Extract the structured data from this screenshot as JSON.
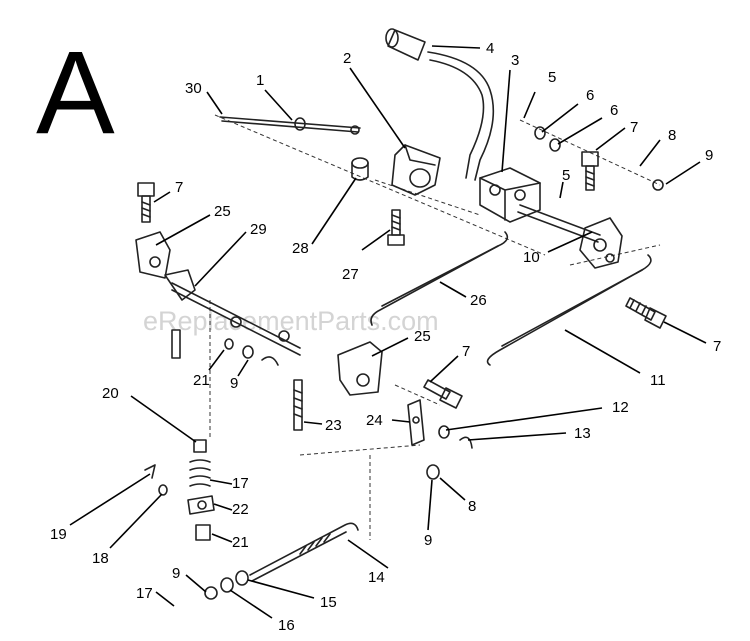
{
  "title_letter": "A",
  "watermark": "eReplacementParts.com",
  "callouts": {
    "c1": "1",
    "c2": "2",
    "c3": "3",
    "c4": "4",
    "c5a": "5",
    "c5b": "5",
    "c6a": "6",
    "c6b": "6",
    "c7a": "7",
    "c7b": "7",
    "c7c": "7",
    "c7d": "7",
    "c8a": "8",
    "c8b": "8",
    "c9a": "9",
    "c9b": "9",
    "c9c": "9",
    "c9d": "9",
    "c10": "10",
    "c11": "11",
    "c12": "12",
    "c13": "13",
    "c14": "14",
    "c15": "15",
    "c16": "16",
    "c17a": "17",
    "c17b": "17",
    "c18": "18",
    "c19": "19",
    "c20": "20",
    "c21a": "21",
    "c21b": "21",
    "c22": "22",
    "c23": "23",
    "c24": "24",
    "c25a": "25",
    "c25b": "25",
    "c26": "26",
    "c27": "27",
    "c28": "28",
    "c29": "29",
    "c30": "30"
  }
}
